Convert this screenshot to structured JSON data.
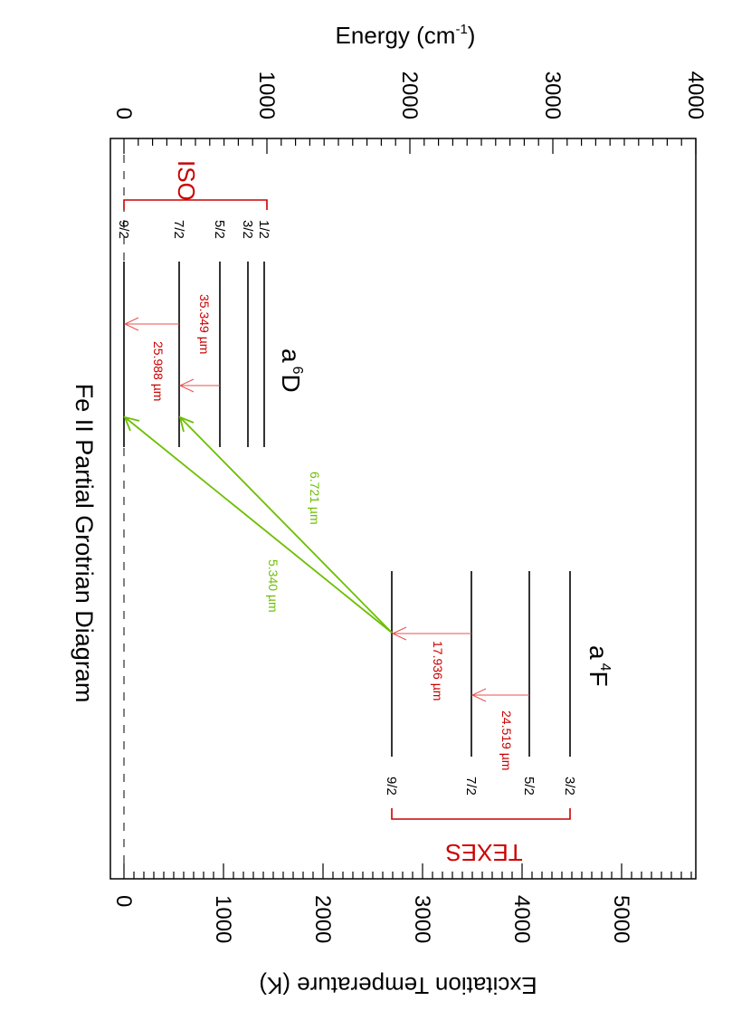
{
  "title": "Fe II Partial Grotrian Diagram",
  "colors": {
    "axis": "#000000",
    "instrument": "#cc0000",
    "intra_term": "#e8504f",
    "inter_term": "#6cbf00",
    "label_red": "#cc0000",
    "label_green": "#6cbf00"
  },
  "chart_data": {
    "type": "diagram",
    "title": "Fe II Partial Grotrian Diagram",
    "orientation": "rotated 90 degrees (energy increases to the right on screen)",
    "top_axis": {
      "label": "Energy (cm-1)",
      "ticks": [
        0,
        1000,
        2000,
        3000,
        4000
      ],
      "range": [
        0,
        4000
      ],
      "minor_step": 100
    },
    "bottom_axis": {
      "label": "Excitation Temperature (K)",
      "ticks": [
        0,
        1000,
        2000,
        3000,
        4000,
        5000
      ],
      "range": [
        0,
        5755
      ],
      "minor_step": 100
    },
    "terms": [
      {
        "name": "a 6D",
        "base": "a",
        "superscript": "6",
        "letter": "D",
        "levels": [
          {
            "J": "9/2",
            "energy_cm": 0.0
          },
          {
            "J": "7/2",
            "energy_cm": 384.8
          },
          {
            "J": "5/2",
            "energy_cm": 667.7
          },
          {
            "J": "3/2",
            "energy_cm": 862.6
          },
          {
            "J": "1/2",
            "energy_cm": 977.0
          }
        ]
      },
      {
        "name": "a 4F",
        "base": "a",
        "superscript": "4",
        "letter": "F",
        "levels": [
          {
            "J": "9/2",
            "energy_cm": 1872.6
          },
          {
            "J": "7/2",
            "energy_cm": 2430.1
          },
          {
            "J": "5/2",
            "energy_cm": 2837.9
          },
          {
            "J": "3/2",
            "energy_cm": 3117.5
          }
        ]
      }
    ],
    "transitions": [
      {
        "from": "a6D 7/2",
        "to": "a6D 9/2",
        "wavelength": "25.988 µm",
        "type": "intra-term"
      },
      {
        "from": "a6D 5/2",
        "to": "a6D 7/2",
        "wavelength": "35.349 µm",
        "type": "intra-term"
      },
      {
        "from": "a4F 7/2",
        "to": "a4F 9/2",
        "wavelength": "17.936 µm",
        "type": "intra-term"
      },
      {
        "from": "a4F 5/2",
        "to": "a4F 7/2",
        "wavelength": "24.519 µm",
        "type": "intra-term"
      },
      {
        "from": "a4F 9/2",
        "to": "a6D 9/2",
        "wavelength": "5.340 µm",
        "type": "inter-term"
      },
      {
        "from": "a4F 9/2",
        "to": "a6D 7/2",
        "wavelength": "6.721 µm",
        "type": "inter-term"
      }
    ],
    "instrument_brackets": [
      {
        "label": "ISO",
        "covers": "a6D levels 9/2–1/2"
      },
      {
        "label": "TEXES",
        "covers": "a4F levels 9/2–3/2"
      }
    ]
  },
  "axes": {
    "top_label": "Energy (cm",
    "top_label_sup": "-1",
    "top_label_end": ")",
    "top_ticks": [
      "0",
      "1000",
      "2000",
      "3000",
      "4000"
    ],
    "bottom_label": "Excitation Temperature (K)",
    "bottom_ticks": [
      "0",
      "1000",
      "2000",
      "3000",
      "4000",
      "5000"
    ]
  },
  "terms": {
    "a6D": {
      "base": "a",
      "sup": "6",
      "letter": "D",
      "levels": [
        "9/2",
        "7/2",
        "5/2",
        "3/2",
        "1/2"
      ]
    },
    "a4F": {
      "base": "a",
      "sup": "4",
      "letter": "F",
      "levels": [
        "9/2",
        "7/2",
        "5/2",
        "3/2"
      ]
    }
  },
  "transitions": {
    "t1": "35.349 µm",
    "t2": "25.988 µm",
    "t3": "17.936 µm",
    "t4": "24.519 µm",
    "t5": "6.721 µm",
    "t6": "5.340 µm"
  },
  "brackets": {
    "iso": "ISO",
    "texes": "TEXES"
  }
}
